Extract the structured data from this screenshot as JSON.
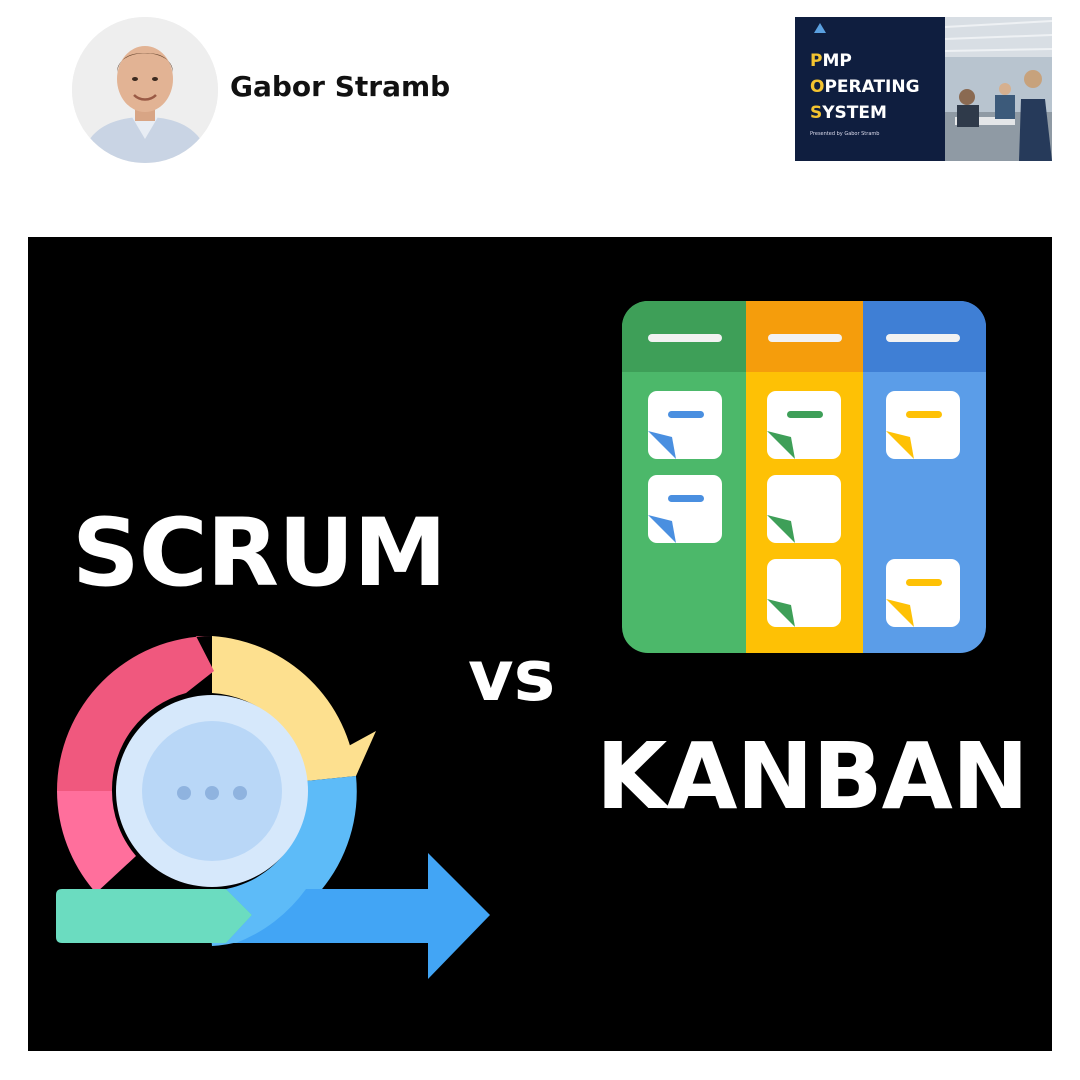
{
  "author": {
    "name": "Gabor Stramb"
  },
  "book_cover": {
    "letters": [
      "P",
      "O",
      "S"
    ],
    "lines": [
      "MP",
      "PERATING",
      "YSTEM"
    ],
    "presented_by": "Presented by Gabor Stramb"
  },
  "headline": {
    "left_word": "SCRUM",
    "middle_word": "VS",
    "right_word": "KANBAN"
  },
  "colors": {
    "background": "#000000",
    "kanban_green": "#4cb86a",
    "kanban_yellow": "#fec105",
    "kanban_blue": "#5b9de8",
    "scrum_pink": "#f0587e",
    "scrum_cream": "#fde08f",
    "scrum_sky": "#5dbbf8",
    "scrum_mint": "#6bdcc0"
  },
  "icons": [
    "scrum-cycle-icon",
    "kanban-board-icon",
    "chat-bubble-icon"
  ]
}
